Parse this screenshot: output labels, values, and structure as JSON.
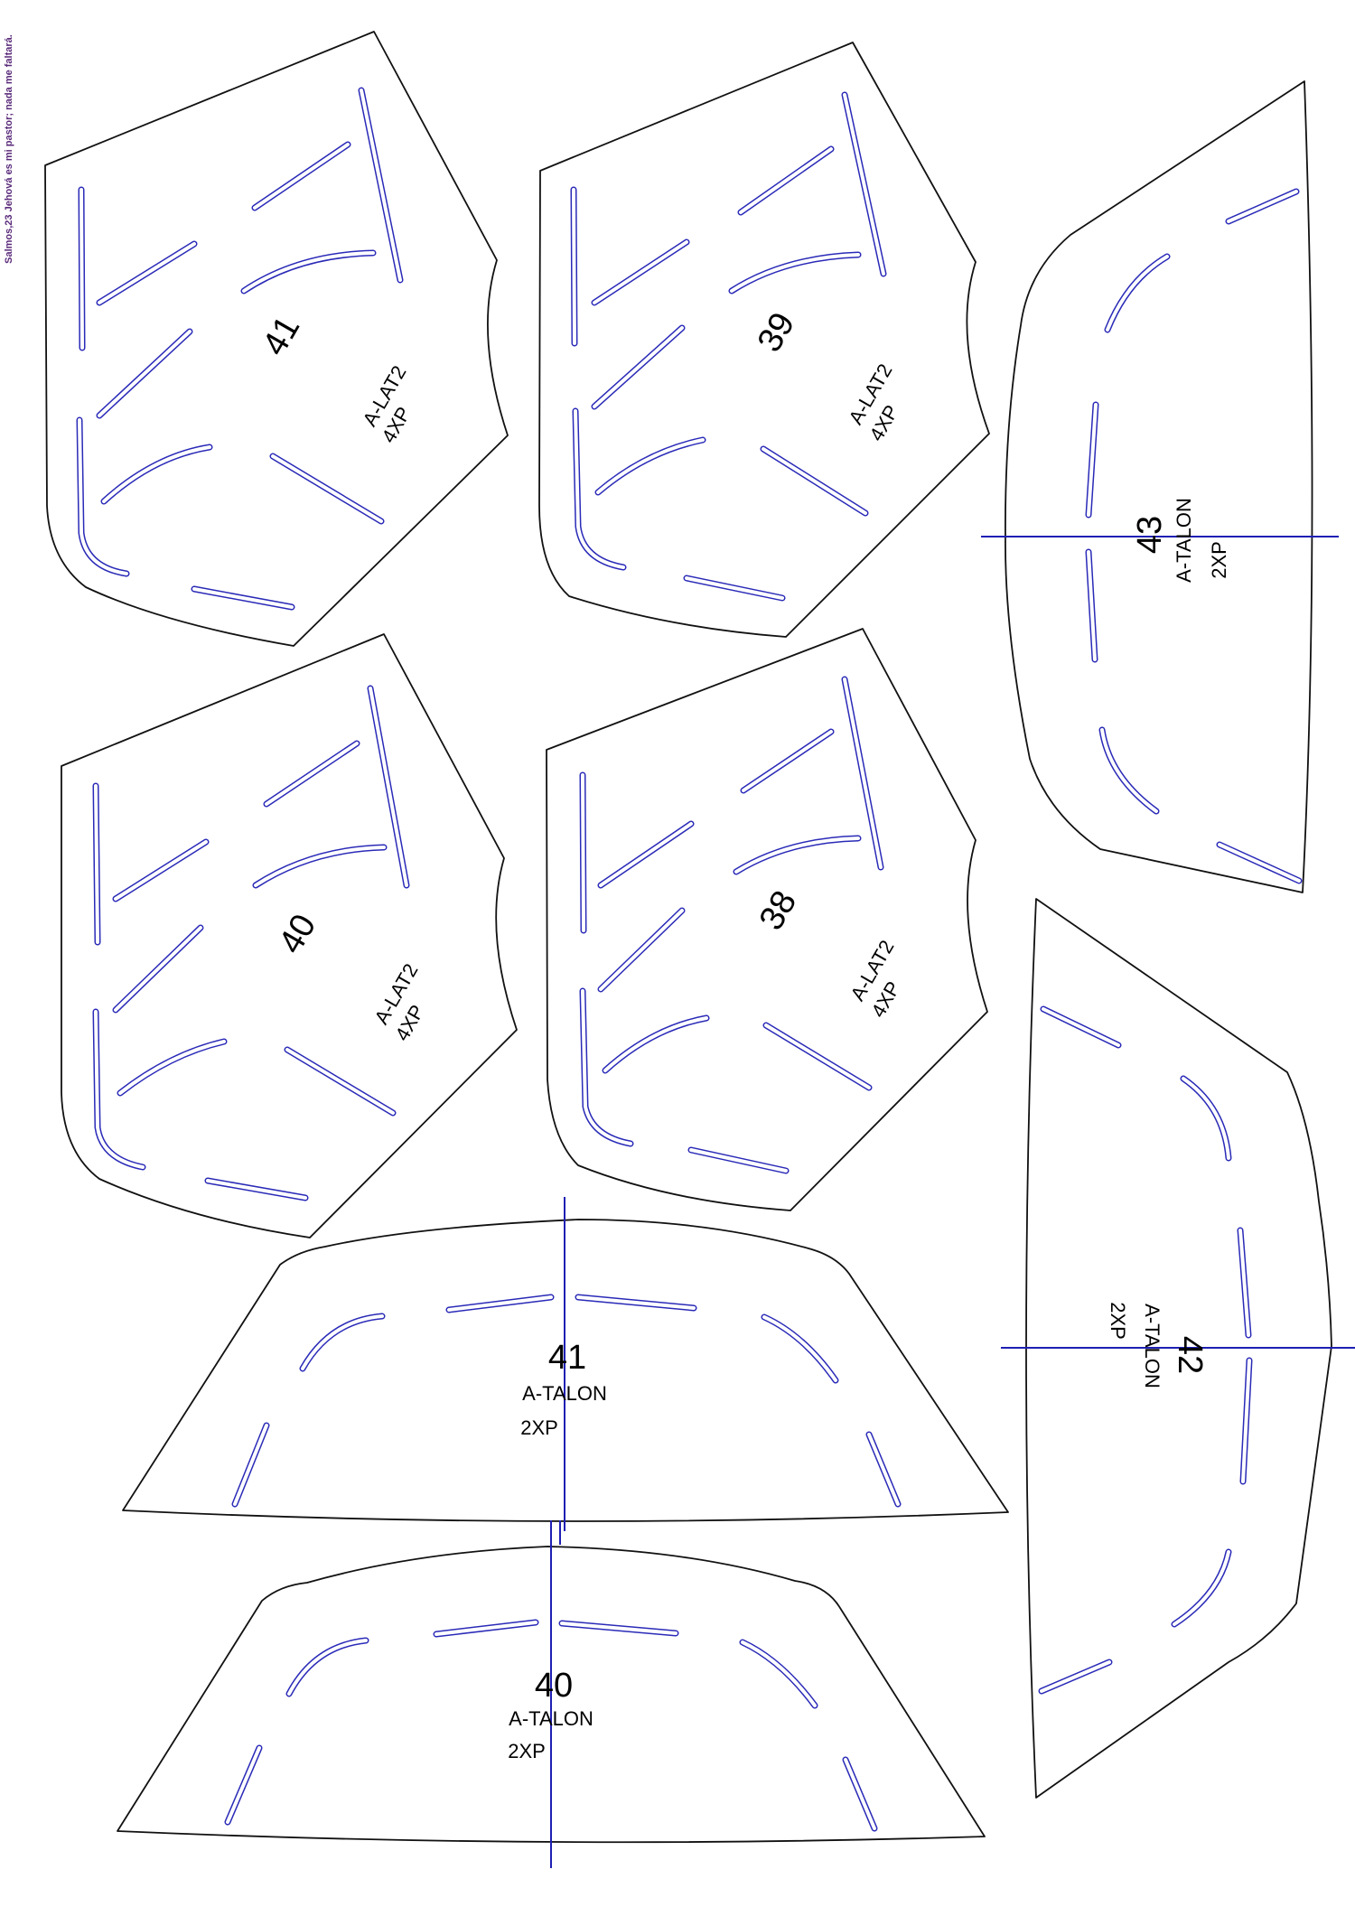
{
  "side_caption": "Salmos,23 Jehová es mi pastor; nada me faltará.",
  "colors": {
    "outline": "#111111",
    "slot": "#2a2ab8",
    "guide": "#1f1fb4",
    "caption": "#5a2a7a"
  },
  "pieces": [
    {
      "id": "lat2-41",
      "number": "41",
      "part": "A-LAT2",
      "qty": "4XP"
    },
    {
      "id": "lat2-39",
      "number": "39",
      "part": "A-LAT2",
      "qty": "4XP"
    },
    {
      "id": "lat2-40",
      "number": "40",
      "part": "A-LAT2",
      "qty": "4XP"
    },
    {
      "id": "lat2-38",
      "number": "38",
      "part": "A-LAT2",
      "qty": "4XP"
    },
    {
      "id": "talon-43",
      "number": "43",
      "part": "A-TALON",
      "qty": "2XP"
    },
    {
      "id": "talon-42",
      "number": "42",
      "part": "A-TALON",
      "qty": "2XP"
    },
    {
      "id": "talon-41",
      "number": "41",
      "part": "A-TALON",
      "qty": "2XP"
    },
    {
      "id": "talon-40",
      "number": "40",
      "part": "A-TALON",
      "qty": "2XP"
    }
  ]
}
